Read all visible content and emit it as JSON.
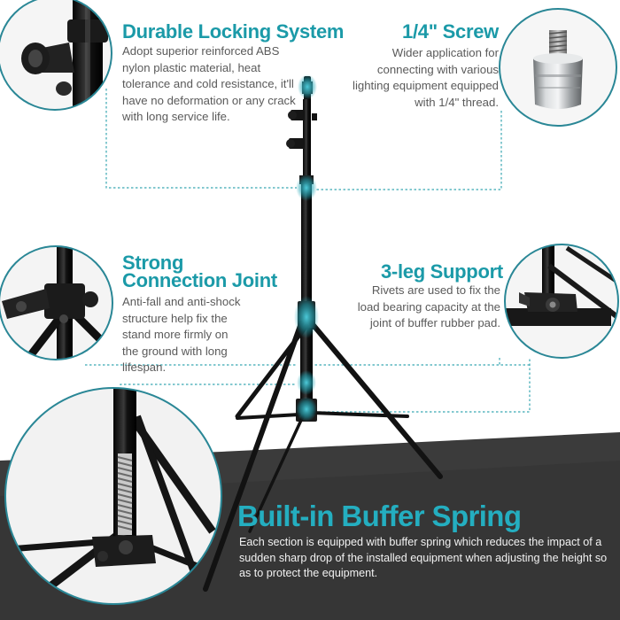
{
  "features": {
    "locking_system": {
      "title": "Durable Locking System",
      "description": "Adopt superior reinforced ABS nylon plastic material, heat tolerance and cold resistance, it'll have no deformation or any crack with long service life.",
      "detail_icon": "lock-knob-closeup"
    },
    "screw": {
      "title": "1/4\" Screw",
      "description": "Wider application for connecting with various lighting equipment equipped with 1/4\" thread.",
      "detail_icon": "quarter-inch-screw-closeup"
    },
    "connection_joint": {
      "title_line1": "Strong",
      "title_line2": "Connection Joint",
      "description": "Anti-fall and anti-shock structure help fix the stand more firmly on the ground with long lifespan.",
      "detail_icon": "connection-joint-closeup"
    },
    "leg_support": {
      "title": "3-leg Support",
      "description": "Rivets are used to fix the load bearing capacity at the joint of buffer rubber pad.",
      "detail_icon": "leg-rivet-closeup"
    },
    "buffer_spring": {
      "title": "Built-in Buffer Spring",
      "description": "Each section is equipped with buffer spring which reduces the impact of a sudden sharp drop of  the installed equipment when adjusting the height so as to protect the equipment.",
      "detail_icon": "buffer-spring-closeup"
    }
  },
  "colors": {
    "accent": "#1b9aa8",
    "accent_bright": "#24aec0",
    "body_text": "#5a5a5a",
    "dark_band": "#3d3d3d",
    "circle_border": "#2a8796",
    "dotted_line": "#38a7b2",
    "stand_metal": "#1b1b1b",
    "highlight": "#2fb4c4"
  }
}
